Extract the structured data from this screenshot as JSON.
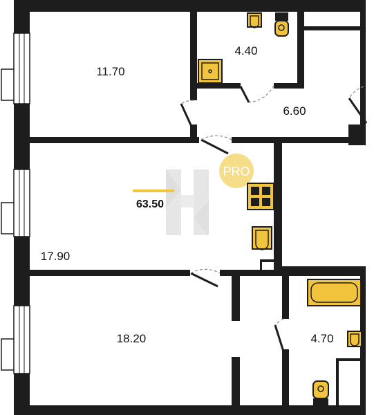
{
  "rooms": [
    {
      "id": "room-top-left",
      "area": "11.70"
    },
    {
      "id": "room-toilet",
      "area": "4.40"
    },
    {
      "id": "room-hall",
      "area": "6.60"
    },
    {
      "id": "room-middle",
      "area": "17.90"
    },
    {
      "id": "room-bottom-left",
      "area": "18.20"
    },
    {
      "id": "room-bath",
      "area": "4.70"
    }
  ],
  "total_area": "63.50",
  "badge": {
    "text": "PRO",
    "color": "#f6dd8a"
  },
  "colors": {
    "wall": "#1d1d1d",
    "fixture": "#f2c33d",
    "accent": "#f2c33d"
  },
  "watermark": {
    "letter": "H"
  }
}
